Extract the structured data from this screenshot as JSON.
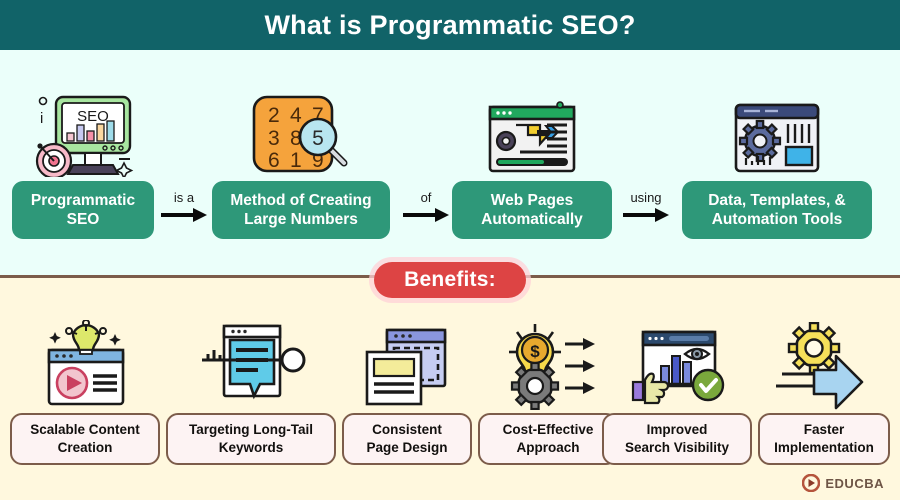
{
  "header": {
    "title": "What is Programmatic SEO?",
    "bg_color": "#116368",
    "text_color": "#FFFFFF"
  },
  "theme": {
    "flow_section_bg": "#EBFFFA",
    "benefits_section_bg": "#FFF8DE",
    "flow_box_color": "#2E9879",
    "benefit_card_bg": "#FDF3F3",
    "benefit_card_border": "#7C5C4A",
    "banner_color": "#DD4444",
    "divider_color": "#7C5C4A"
  },
  "flow": {
    "nodes": [
      {
        "label": "Programmatic\nSEO",
        "icon": "seo-monitor-icon"
      },
      {
        "label": "Method of Creating\nLarge Numbers",
        "icon": "number-grid-magnifier-icon"
      },
      {
        "label": "Web Pages\nAutomatically",
        "icon": "browser-automation-icon"
      },
      {
        "label": "Data, Templates, &\nAutomation Tools",
        "icon": "dashboard-gear-icon"
      }
    ],
    "connectors": [
      {
        "label": "is a",
        "icon": "arrow-right-icon"
      },
      {
        "label": "of",
        "icon": "arrow-right-icon"
      },
      {
        "label": "using",
        "icon": "arrow-right-icon"
      }
    ]
  },
  "benefits": {
    "banner_label": "Benefits:",
    "items": [
      {
        "label": "Scalable Content\nCreation",
        "icon": "lightbulb-video-icon"
      },
      {
        "label": "Targeting Long-Tail\nKeywords",
        "icon": "keyword-key-icon"
      },
      {
        "label": "Consistent\nPage Design",
        "icon": "page-template-icon"
      },
      {
        "label": "Cost-Effective\nApproach",
        "icon": "dollar-bulb-gear-icon"
      },
      {
        "label": "Improved\nSearch Visibility",
        "icon": "chart-eye-check-icon"
      },
      {
        "label": "Faster\nImplementation",
        "icon": "gear-speed-arrow-icon"
      }
    ]
  },
  "logo": {
    "text": "EDUCBA",
    "icon": "educba-play-logo-icon",
    "color": "#6E5546"
  }
}
